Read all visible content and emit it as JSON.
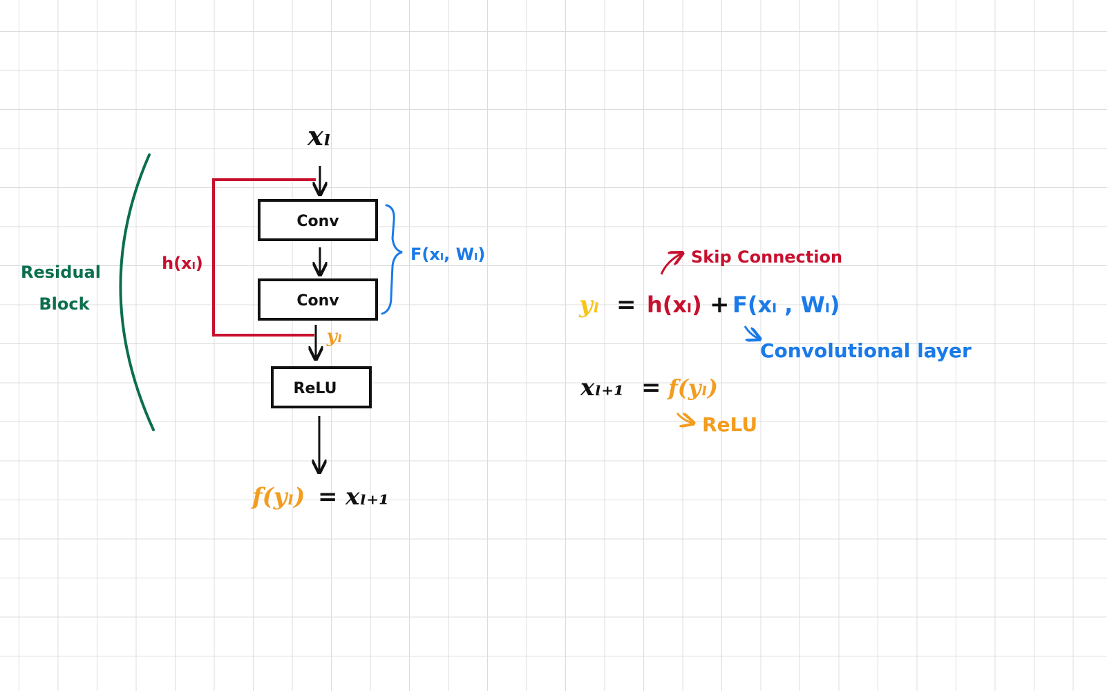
{
  "diagram": {
    "input_label": "xₗ",
    "conv1_label": "Conv",
    "conv2_label": "Conv",
    "relu_label": "ReLU",
    "residual_label_line1": "Residual",
    "residual_label_line2": "Block",
    "skip_label": "h(xₗ)",
    "residual_fn_label": "F(xₗ, Wₗ)",
    "sum_label": "yₗ",
    "output_label_left": "f(yₗ)",
    "output_label_eq": "=",
    "output_label_right": "xₗ₊₁"
  },
  "equations": {
    "skip_note": "Skip Connection",
    "eq1_lhs": "yₗ",
    "eq1_eq": "=",
    "eq1_h": "h(xₗ)",
    "eq1_plus": "+",
    "eq1_F": "F(xₗ , Wₗ)",
    "conv_note": "Convolutional layer",
    "eq2_lhs": "xₗ₊₁",
    "eq2_eq": "=",
    "eq2_rhs": "f(yₗ)",
    "relu_note": "ReLU"
  },
  "colors": {
    "black": "#111111",
    "red": "#c8102e",
    "blue": "#1a7ae8",
    "green": "#0b6e4f",
    "orange": "#f39c1f",
    "yellow": "#f7c41a",
    "grid": "#dcdcdc"
  }
}
